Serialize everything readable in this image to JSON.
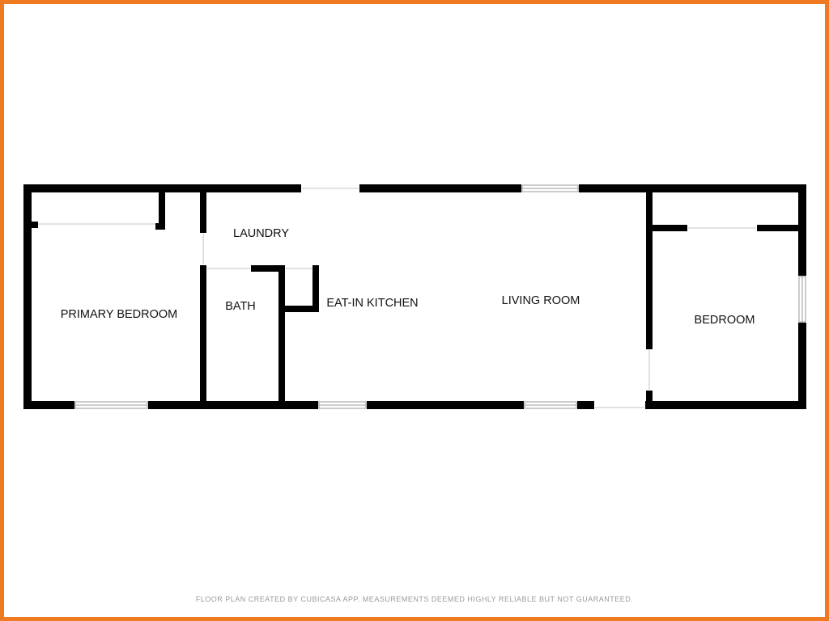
{
  "colors": {
    "frame": "#f07a22",
    "walls": "#000000",
    "footer_text": "#9a9a9a"
  },
  "rooms": {
    "laundry": "LAUNDRY",
    "primary_bedroom": "PRIMARY BEDROOM",
    "bath": "BATH",
    "eat_in_kitchen": "EAT-IN KITCHEN",
    "living_room": "LIVING ROOM",
    "bedroom": "BEDROOM"
  },
  "footer": {
    "disclaimer": "FLOOR PLAN CREATED BY CUBICASA APP. MEASUREMENTS DEEMED HIGHLY RELIABLE BUT NOT GUARANTEED."
  }
}
